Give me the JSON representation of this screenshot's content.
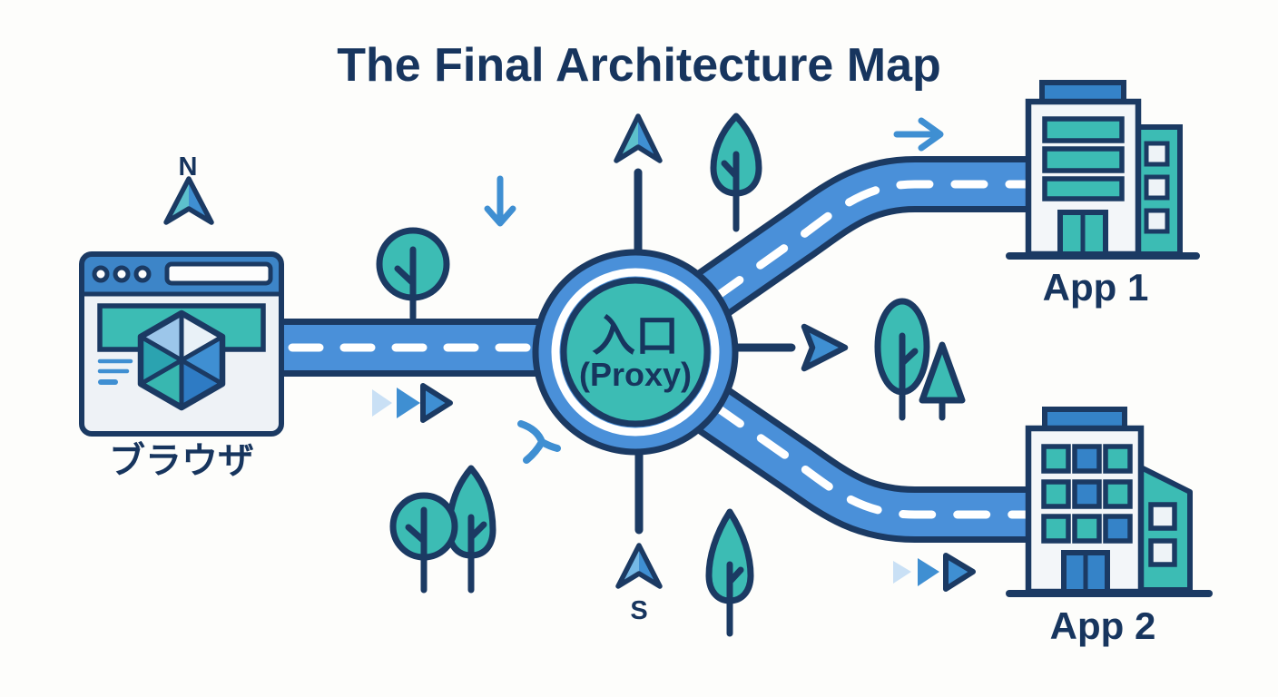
{
  "title": "The Final Architecture Map",
  "compass": {
    "north": "N",
    "south": "S"
  },
  "browser": {
    "label": "ブラウザ"
  },
  "proxy": {
    "label": "入口",
    "sublabel": "(Proxy)"
  },
  "buildings": [
    {
      "label": "App 1"
    },
    {
      "label": "App 2"
    }
  ],
  "colors": {
    "navy_outline": "#1b3a63",
    "text_navy": "#17355e",
    "road_blue": "#4a90d9",
    "teal": "#3cbcb4",
    "accent_blue": "#3f8fd2",
    "pale_blue": "#c9e0f5",
    "titlebar_blue": "#3d85c8",
    "roof_blue": "#3583c8",
    "building_face": "#f3f6f9",
    "background": "#fdfdfb"
  },
  "icons": {
    "browser": "browser-window-icon",
    "logo": "hexagon-cube-logo-icon",
    "proxy_node": "roundabout-proxy-icon",
    "app1": "office-building-icon",
    "app2": "apartment-building-icon",
    "trees": "tree-icon",
    "compass": "compass-arrow-icon"
  }
}
